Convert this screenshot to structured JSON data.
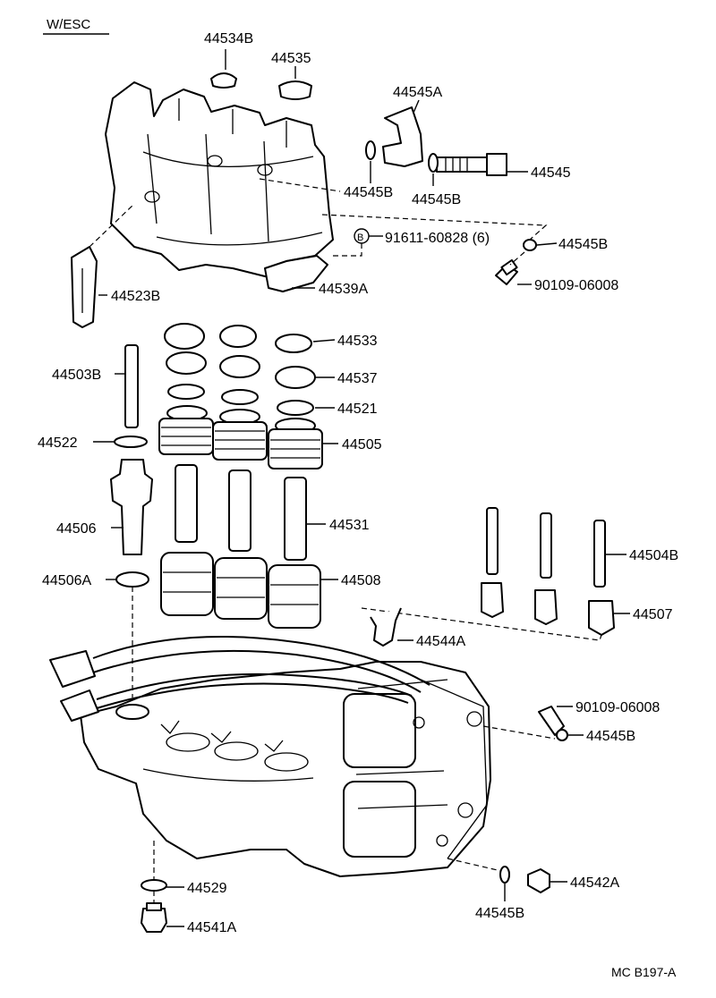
{
  "header": "W/ESC",
  "diagram_code": "MC B197-A",
  "bolt_marker": "B",
  "callouts": {
    "c44534B": "44534B",
    "c44535": "44535",
    "c44545A": "44545A",
    "c44545": "44545",
    "c44545B_1": "44545B",
    "c44545B_2": "44545B",
    "c91611": "91611-60828 (6)",
    "c44545B_3": "44545B",
    "c90109_1": "90109-06008",
    "c44523B": "44523B",
    "c44539A": "44539A",
    "c44533": "44533",
    "c44503B": "44503B",
    "c44537": "44537",
    "c44521": "44521",
    "c44522": "44522",
    "c44505": "44505",
    "c44506": "44506",
    "c44531": "44531",
    "c44504B": "44504B",
    "c44506A": "44506A",
    "c44508": "44508",
    "c44507": "44507",
    "c44544A": "44544A",
    "c90109_2": "90109-06008",
    "c44545B_4": "44545B",
    "c44529": "44529",
    "c44542A": "44542A",
    "c44541A": "44541A",
    "c44545B_5": "44545B"
  }
}
